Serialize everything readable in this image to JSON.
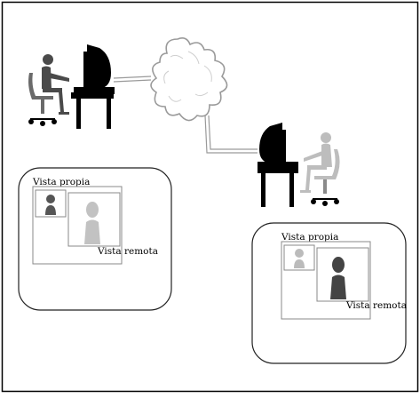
{
  "panel_left": {
    "own_view_label": "Vista propia",
    "remote_view_label": "Vista remota"
  },
  "panel_right": {
    "own_view_label": "Vista propia",
    "remote_view_label": "Vista remota"
  },
  "colors": {
    "frame": "#000000",
    "ink": "#000000",
    "person_dark": "#4a4a4a",
    "person_light": "#bdbdbd",
    "cloud_stroke": "#9a9a9a",
    "panel_border": "#888888"
  }
}
